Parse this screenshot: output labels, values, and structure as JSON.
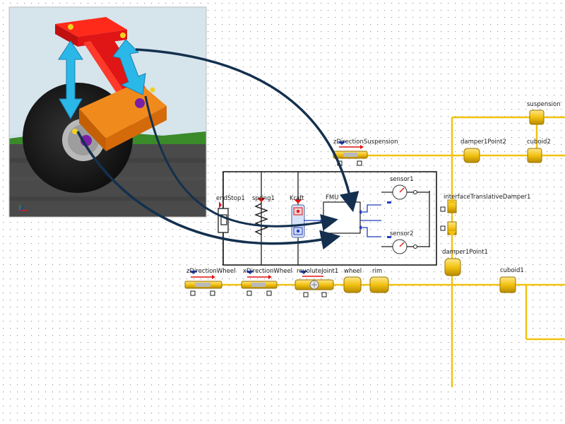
{
  "colors": {
    "bus": "#f2c211",
    "block": "#1b1b1b",
    "arrow": "#14304e",
    "connector_blue": "#1f3fbf",
    "red": "#e01515",
    "orange": "#e8760c",
    "cyan": "#2ab8e8",
    "purple": "#7a1fa8",
    "tire": "#1c1c1c",
    "ground": "#4a4a4a",
    "grass": "#3a8a2a",
    "sky": "#cfe0ea"
  },
  "labels": {
    "zDirectionSuspension": "zDirectionSuspension",
    "suspension": "suspension",
    "damper1Point2": "damper1Point2",
    "cuboid2": "cuboid2",
    "sensor1": "sensor1",
    "sensor2": "sensor2",
    "endStop1": "endStop1",
    "spring1": "spring1",
    "Kraft": "Kraft",
    "FMU": "FMU",
    "interfaceTranslativeDamper1": "interfaceTranslativeDamper1",
    "damper1Point1": "damper1Point1",
    "zDirectionWheel": "zDirectionWheel",
    "xDirectionWheel": "xDirectionWheel",
    "revoluteJoint1": "revoluteJoint1",
    "wheel": "wheel",
    "rim": "rim",
    "cuboid1": "cuboid1"
  }
}
